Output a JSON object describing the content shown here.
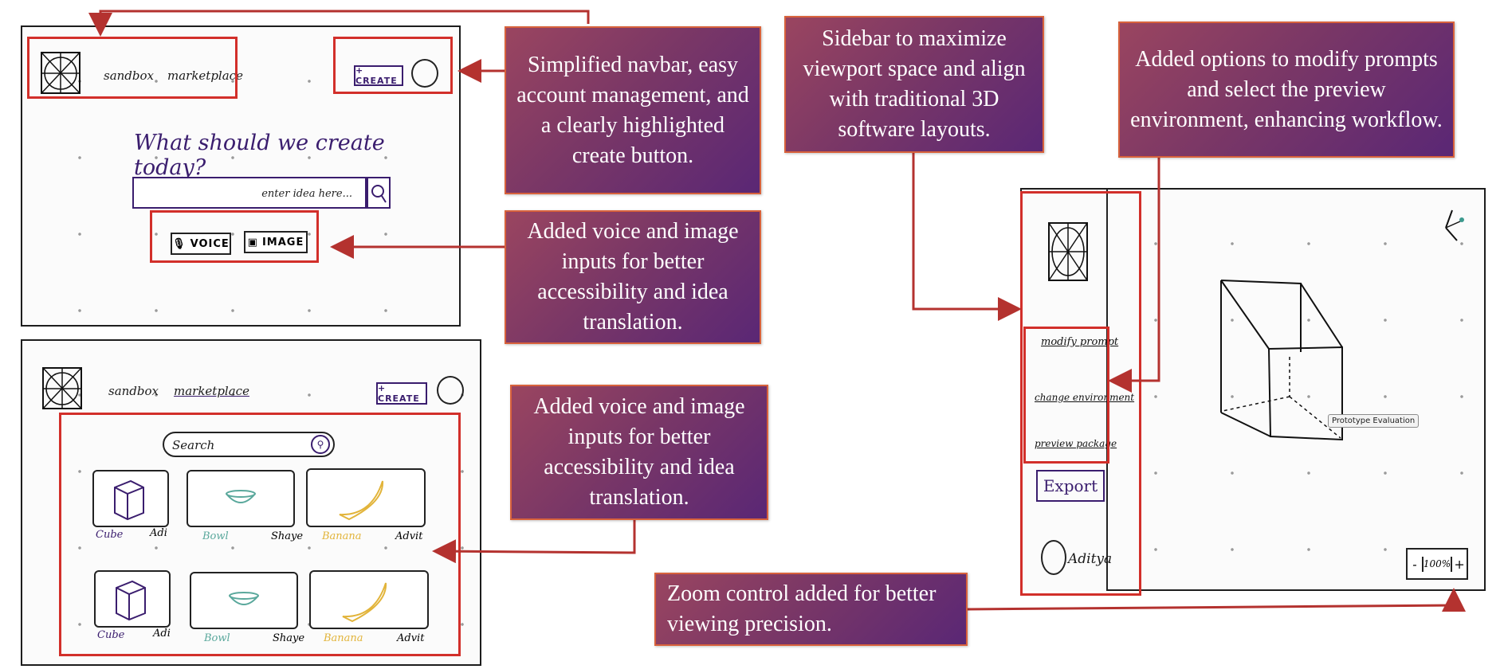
{
  "panel1": {
    "nav": {
      "link_sandbox": "sandbox",
      "link_marketplace": "marketplace",
      "create_label": "+ CREATE"
    },
    "heading": "What should we create today?",
    "input_placeholder": "enter idea here...",
    "voice_label": "VOICE",
    "image_label": "IMAGE"
  },
  "panel2": {
    "nav": {
      "link_sandbox": "sandbox",
      "link_marketplace": "marketplace",
      "create_label": "+ CREATE"
    },
    "search_placeholder": "Search",
    "cards": [
      {
        "name": "Cube",
        "author": "Adi",
        "kind": "cube",
        "color": "#3a1d6e"
      },
      {
        "name": "Bowl",
        "author": "Shaye",
        "kind": "bowl",
        "color": "#5aa89c"
      },
      {
        "name": "Banana",
        "author": "Advit",
        "kind": "banana",
        "color": "#e2b43a"
      },
      {
        "name": "Cube",
        "author": "Adi",
        "kind": "cube",
        "color": "#3a1d6e"
      },
      {
        "name": "Bowl",
        "author": "Shaye",
        "kind": "bowl",
        "color": "#5aa89c"
      },
      {
        "name": "Banana",
        "author": "Advit",
        "kind": "banana",
        "color": "#e2b43a"
      }
    ]
  },
  "panel3": {
    "sidebar": {
      "modify_prompt": "modify prompt",
      "change_environment": "change environment",
      "preview_package": "preview package",
      "export_label": "Export",
      "user_name": "Aditya"
    },
    "tooltip": "Prototype Evaluation",
    "zoom": {
      "minus": "-",
      "value": "100%",
      "plus": "+"
    }
  },
  "callouts": {
    "navbar": "Simplified navbar, easy account management, and a clearly highlighted create button.",
    "voice_image_1": "Added voice and image inputs for better accessibility and idea translation.",
    "voice_image_2": "Added voice and image inputs for better accessibility and idea translation.",
    "sidebar": "Sidebar to maximize viewport space and align with traditional 3D software layouts.",
    "options": "Added options to modify prompts and select the preview environment, enhancing workflow.",
    "zoom": "Zoom control added for better viewing precision."
  },
  "colors": {
    "accent_red": "#d22f2a",
    "callout_start": "#9a4560",
    "callout_end": "#5a2775",
    "ink_purple": "#3a1d6e"
  }
}
